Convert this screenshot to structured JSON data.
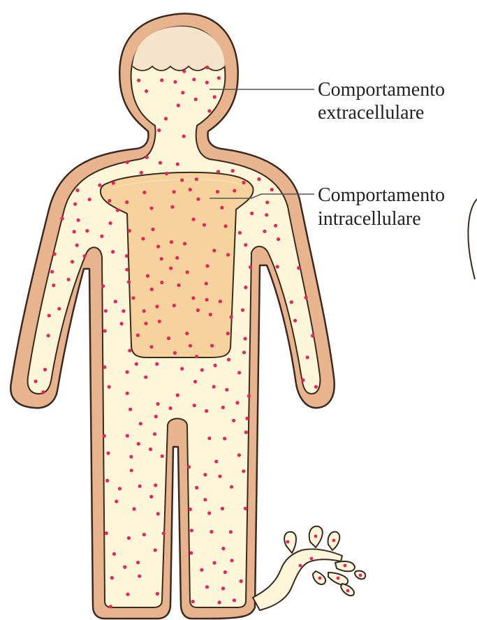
{
  "labels": {
    "extracellular": {
      "line1": "Comportamento",
      "line2": "extracellulare"
    },
    "intracellular": {
      "line1": "Comportamento",
      "line2": "intracellulare"
    }
  },
  "colors": {
    "skin_outer": "#e8b48e",
    "outline": "#3a2a20",
    "extracellular_fluid": "#fdf6d8",
    "intracellular_compartment": "#f6d29c",
    "air_pocket": "#f6e3cc",
    "solute_dots": "#e8245a",
    "label_text": "#222222"
  },
  "icons": {
    "body": "human-body-silhouette-icon",
    "solutes": "solute-dot-icon",
    "leak": "fluid-leak-splash-icon"
  }
}
